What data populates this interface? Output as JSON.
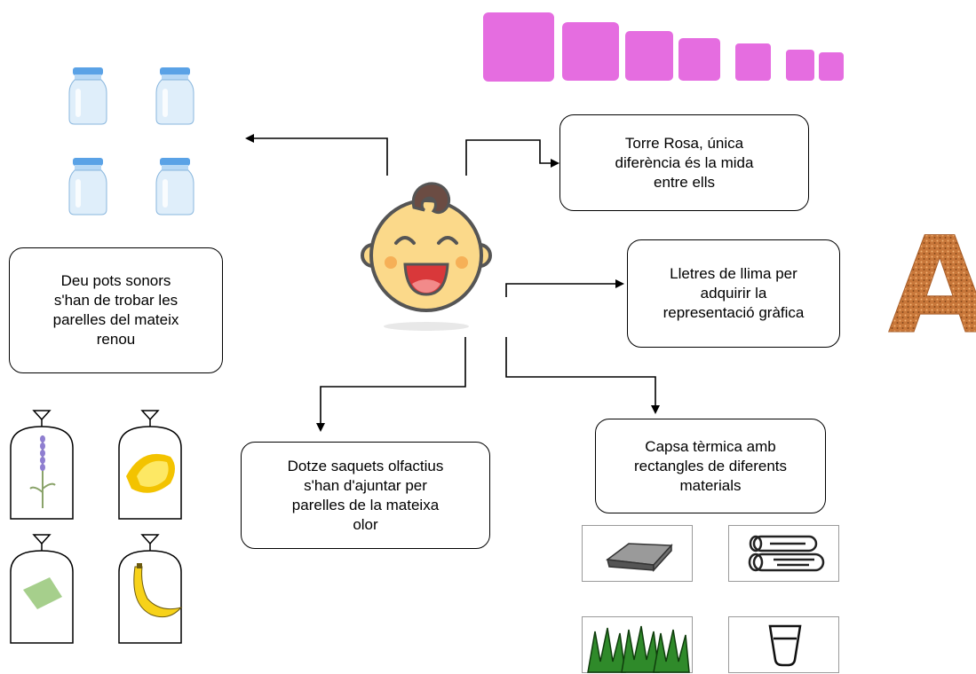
{
  "nodes": {
    "sound_jars": "Deu pots sonors\ns'han de trobar les\nparelles del mateix\nrenou",
    "pink_tower": "Torre Rosa, única\ndiferència és la mida\nentre ells",
    "sandpaper_letters": "Lletres de llima per\nadquirir la\nrepresentació gràfica",
    "smell_bags": "Dotze saquets olfactius\ns'han d'ajuntar per\nparelles de la mateixa\nolor",
    "thermic_box": "Capsa tèrmica amb\nrectangles de diferents\nmaterials"
  },
  "sandpaper_letter_glyph": "A",
  "colors": {
    "pink_cube": "#e56de0",
    "jar_body": "#dfeefa",
    "jar_lid": "#5aa2e6",
    "baby_face": "#fbd98a",
    "baby_hair": "#6b4c43",
    "sandpaper": "#c8773a"
  }
}
